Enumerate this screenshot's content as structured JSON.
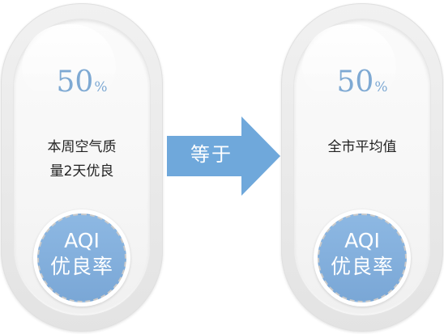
{
  "left_card": {
    "percent_value": "50",
    "percent_unit": "%",
    "desc_line1": "本周空气质",
    "desc_line2": "量2天优良",
    "badge_line1": "AQI",
    "badge_line2": "优良率"
  },
  "arrow": {
    "label": "等于",
    "color": "#6fa8db"
  },
  "right_card": {
    "percent_value": "50",
    "percent_unit": "%",
    "desc_line1": "全市平均值",
    "badge_line1": "AQI",
    "badge_line2": "优良率"
  },
  "colors": {
    "accent_blue": "#7ea9d3",
    "badge_blue": "#82addb",
    "text_dark": "#222222"
  }
}
